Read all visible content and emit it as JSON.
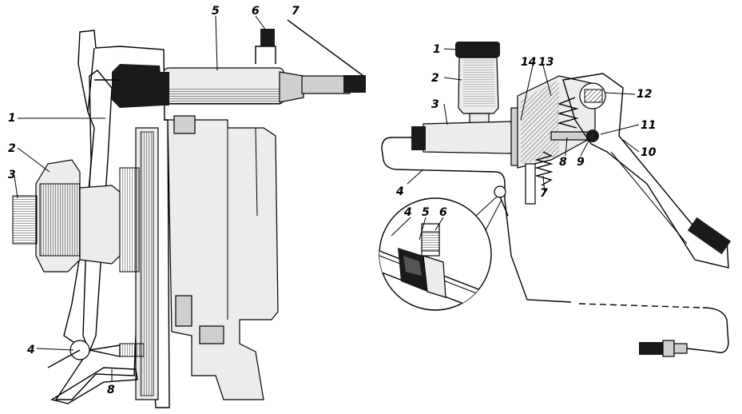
{
  "left_view": {
    "callouts": [
      "1",
      "2",
      "3",
      "4",
      "5",
      "6",
      "7",
      "8"
    ]
  },
  "right_view": {
    "callouts": [
      "1",
      "2",
      "3",
      "4",
      "7",
      "8",
      "9",
      "10",
      "11",
      "12",
      "13",
      "14"
    ],
    "detail_callouts": [
      "4",
      "5",
      "6"
    ]
  }
}
